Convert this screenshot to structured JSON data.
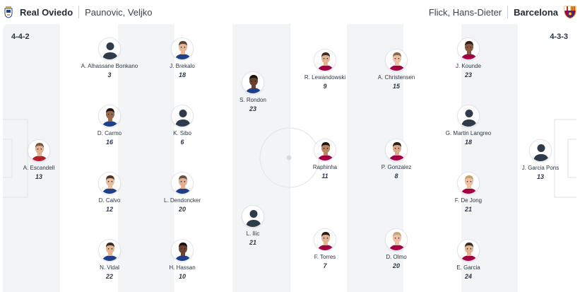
{
  "home": {
    "name": "Real Oviedo",
    "coach": "Paunovic, Veljko",
    "formation": "4-4-2",
    "players": [
      {
        "id": "escandell",
        "name": "A. Escandell",
        "number": "13",
        "photo": "photo",
        "skin": "#e0b091",
        "hair": "#7a5a3e",
        "shirt": "#b51e2a"
      },
      {
        "id": "bonkano",
        "name": "A. Alhassane Bonkano",
        "number": "3",
        "photo": "silhouette"
      },
      {
        "id": "carmo",
        "name": "D. Carmo",
        "number": "16",
        "photo": "photo",
        "skin": "#9a6a4c",
        "hair": "#1e1612",
        "shirt": "#1f3f8a"
      },
      {
        "id": "calvo",
        "name": "D. Calvo",
        "number": "12",
        "photo": "photo",
        "skin": "#e8bea1",
        "hair": "#4a3526",
        "shirt": "#1f3f8a"
      },
      {
        "id": "vidal",
        "name": "N. Vidal",
        "number": "22",
        "photo": "photo",
        "skin": "#e3b394",
        "hair": "#3b2b20",
        "shirt": "#1f3f8a"
      },
      {
        "id": "brekalo",
        "name": "J. Brekalo",
        "number": "18",
        "photo": "photo",
        "skin": "#e6b898",
        "hair": "#5a4030",
        "shirt": "#1f3f8a"
      },
      {
        "id": "sibo",
        "name": "K. Sibo",
        "number": "6",
        "photo": "silhouette"
      },
      {
        "id": "dendoncker",
        "name": "L. Dendoncker",
        "number": "20",
        "photo": "photo",
        "skin": "#e0b091",
        "hair": "#6b5040",
        "shirt": "#1f3f8a"
      },
      {
        "id": "hassan",
        "name": "H. Hassan",
        "number": "10",
        "photo": "photo",
        "skin": "#6e4430",
        "hair": "#1a1210",
        "shirt": "#1f3f8a"
      },
      {
        "id": "rondon",
        "name": "S. Rondon",
        "number": "23",
        "photo": "photo",
        "skin": "#6a4330",
        "hair": "#1a1210",
        "shirt": "#1f3f8a"
      },
      {
        "id": "ilic",
        "name": "L. Ilic",
        "number": "21",
        "photo": "silhouette"
      }
    ]
  },
  "away": {
    "name": "Barcelona",
    "coach": "Flick, Hans-Dieter",
    "formation": "4-3-3",
    "players": [
      {
        "id": "lewandowski",
        "name": "R. Lewandowski",
        "number": "9",
        "photo": "photo",
        "skin": "#e3b394",
        "hair": "#3a2c22",
        "shirt": "#a50044"
      },
      {
        "id": "raphinha",
        "name": "Raphinha",
        "number": "11",
        "photo": "photo",
        "skin": "#b98562",
        "hair": "#1e1612",
        "shirt": "#a50044"
      },
      {
        "id": "torres",
        "name": "F. Torres",
        "number": "7",
        "photo": "photo",
        "skin": "#e3b394",
        "hair": "#2b1f17",
        "shirt": "#a50044"
      },
      {
        "id": "christensen",
        "name": "A. Christensen",
        "number": "15",
        "photo": "photo",
        "skin": "#ebc2a6",
        "hair": "#8a6a4c",
        "shirt": "#a50044"
      },
      {
        "id": "gonzalez",
        "name": "P. Gonzalez",
        "number": "8",
        "photo": "photo",
        "skin": "#d9a98a",
        "hair": "#2b1f17",
        "shirt": "#a50044"
      },
      {
        "id": "olmo",
        "name": "D. Olmo",
        "number": "20",
        "photo": "photo",
        "skin": "#ebc2a6",
        "hair": "#c7a57a",
        "shirt": "#a50044"
      },
      {
        "id": "kounde",
        "name": "J. Kounde",
        "number": "23",
        "photo": "photo",
        "skin": "#8a5a40",
        "hair": "#2a1e16",
        "shirt": "#a50044"
      },
      {
        "id": "martin",
        "name": "G. Martin Langreo",
        "number": "18",
        "photo": "silhouette"
      },
      {
        "id": "dejong",
        "name": "F. De Jong",
        "number": "21",
        "photo": "photo",
        "skin": "#ebc2a6",
        "hair": "#c9a16a",
        "shirt": "#a50044"
      },
      {
        "id": "garcia",
        "name": "E. Garcia",
        "number": "24",
        "photo": "photo",
        "skin": "#e3b394",
        "hair": "#3a2c22",
        "shirt": "#a50044"
      },
      {
        "id": "garciapons",
        "name": "J. Garcia Pons",
        "number": "13",
        "photo": "silhouette"
      }
    ]
  },
  "colors": {
    "pitch_light": "#ffffff",
    "pitch_dark": "#f2f4f6",
    "line": "#e3e7eb",
    "silhouette": "#2f3a4a",
    "silhouette_bg": "#ffffff"
  },
  "icons": {
    "home_crest": "real-oviedo-crest",
    "away_crest": "barcelona-crest",
    "player_placeholder": "player-silhouette-icon"
  }
}
